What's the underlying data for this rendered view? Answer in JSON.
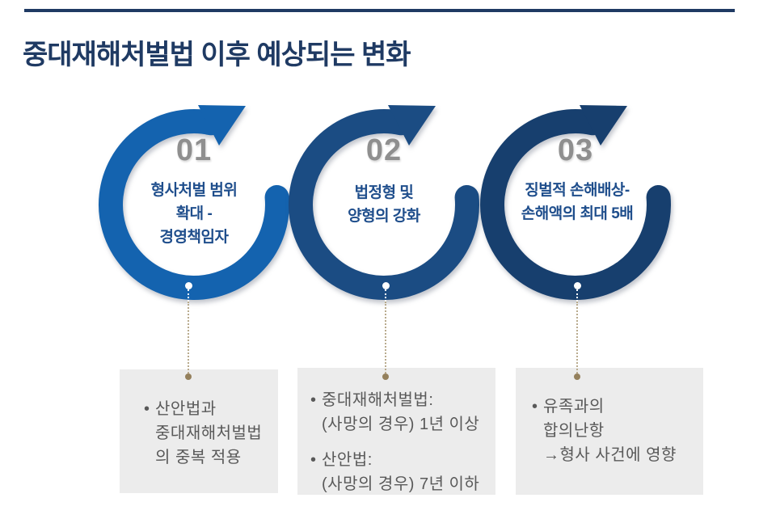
{
  "title": "중대재해처벌법 이후 예상되는 변화",
  "bullet_char": "•",
  "steps": [
    {
      "number": "01",
      "ring_color": "#1463af",
      "label_lines": [
        "형사처벌 범위",
        "확대 -",
        "경영책임자"
      ]
    },
    {
      "number": "02",
      "ring_color": "#1b4c83",
      "label_lines": [
        "법정형 및",
        "양형의 강화"
      ]
    },
    {
      "number": "03",
      "ring_color": "#173f6e",
      "label_lines": [
        "징벌적 손해배상-",
        "손해액의 최대 5배"
      ]
    }
  ],
  "notes": [
    {
      "items": [
        {
          "lines": [
            "산안법과",
            "중대재해처벌법",
            "의 중복 적용"
          ]
        }
      ]
    },
    {
      "items": [
        {
          "lines": [
            "중대재해처벌법:",
            "(사망의 경우) 1년 이상"
          ]
        },
        {
          "lines": [
            "산안법:",
            "(사망의 경우) 7년 이하"
          ]
        }
      ]
    },
    {
      "items": [
        {
          "lines": [
            "유족과의",
            "합의난항",
            "→형사 사건에 영향"
          ]
        }
      ]
    }
  ],
  "colors": {
    "accent_navy": "#1f3a63",
    "number_gray": "#8f8f8f",
    "ring_label_blue": "#1f4e8c",
    "note_background": "#ececec",
    "note_text": "#595959",
    "connector_line": "#b9ab8e",
    "connector_end_dot": "#94805c"
  }
}
